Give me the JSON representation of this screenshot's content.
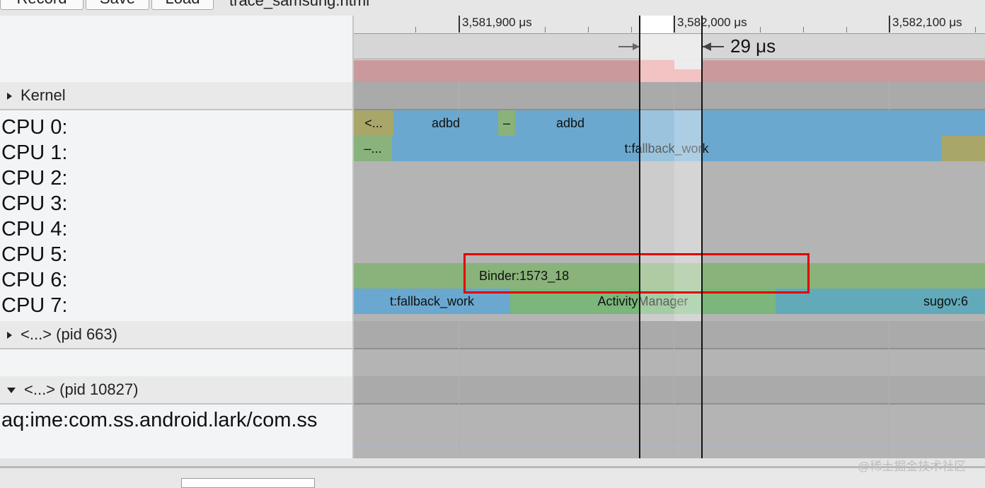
{
  "toolbar": {
    "record_label": "Record",
    "save_label": "Save",
    "load_label": "Load",
    "file_title": "trace_samsung.html"
  },
  "ruler": {
    "tick_labels": [
      "3,581,900 μs",
      "3,582,000 μs",
      "3,582,100 μs"
    ],
    "selection_duration": "29 μs"
  },
  "sections": {
    "kernel": {
      "label": "Kernel",
      "expanded": false
    },
    "pid663": {
      "label": "<...> (pid 663)",
      "expanded": false
    },
    "pid10827": {
      "label": "<...> (pid 10827)",
      "expanded": true
    }
  },
  "cpus": [
    "CPU 0:",
    "CPU 1:",
    "CPU 2:",
    "CPU 3:",
    "CPU 4:",
    "CPU 5:",
    "CPU 6:",
    "CPU 7:"
  ],
  "slices": {
    "cpu0": [
      "<...",
      "adbd",
      "–",
      "adbd"
    ],
    "cpu1": [
      "–...",
      "t:fallback_work"
    ],
    "cpu6": [
      "Binder:1573_18"
    ],
    "cpu7": [
      "t:fallback_work",
      "ActivityManager",
      "sugov:6"
    ]
  },
  "thread_label": "aq:ime:com.ss.android.lark/com.ss",
  "highlight": {
    "color": "#e00000",
    "target": "Binder:1573_18"
  },
  "watermark": "@稀土掘金技术社区",
  "colors": {
    "left_panel": "#f3f4f6",
    "track_gray": "#b4b4b4",
    "slice_blue": "#6aa8cf",
    "slice_green": "#89b37a",
    "slice_olive": "#a9a66a",
    "slice_teal": "#62aab9",
    "selection_tint": "#ececec"
  }
}
